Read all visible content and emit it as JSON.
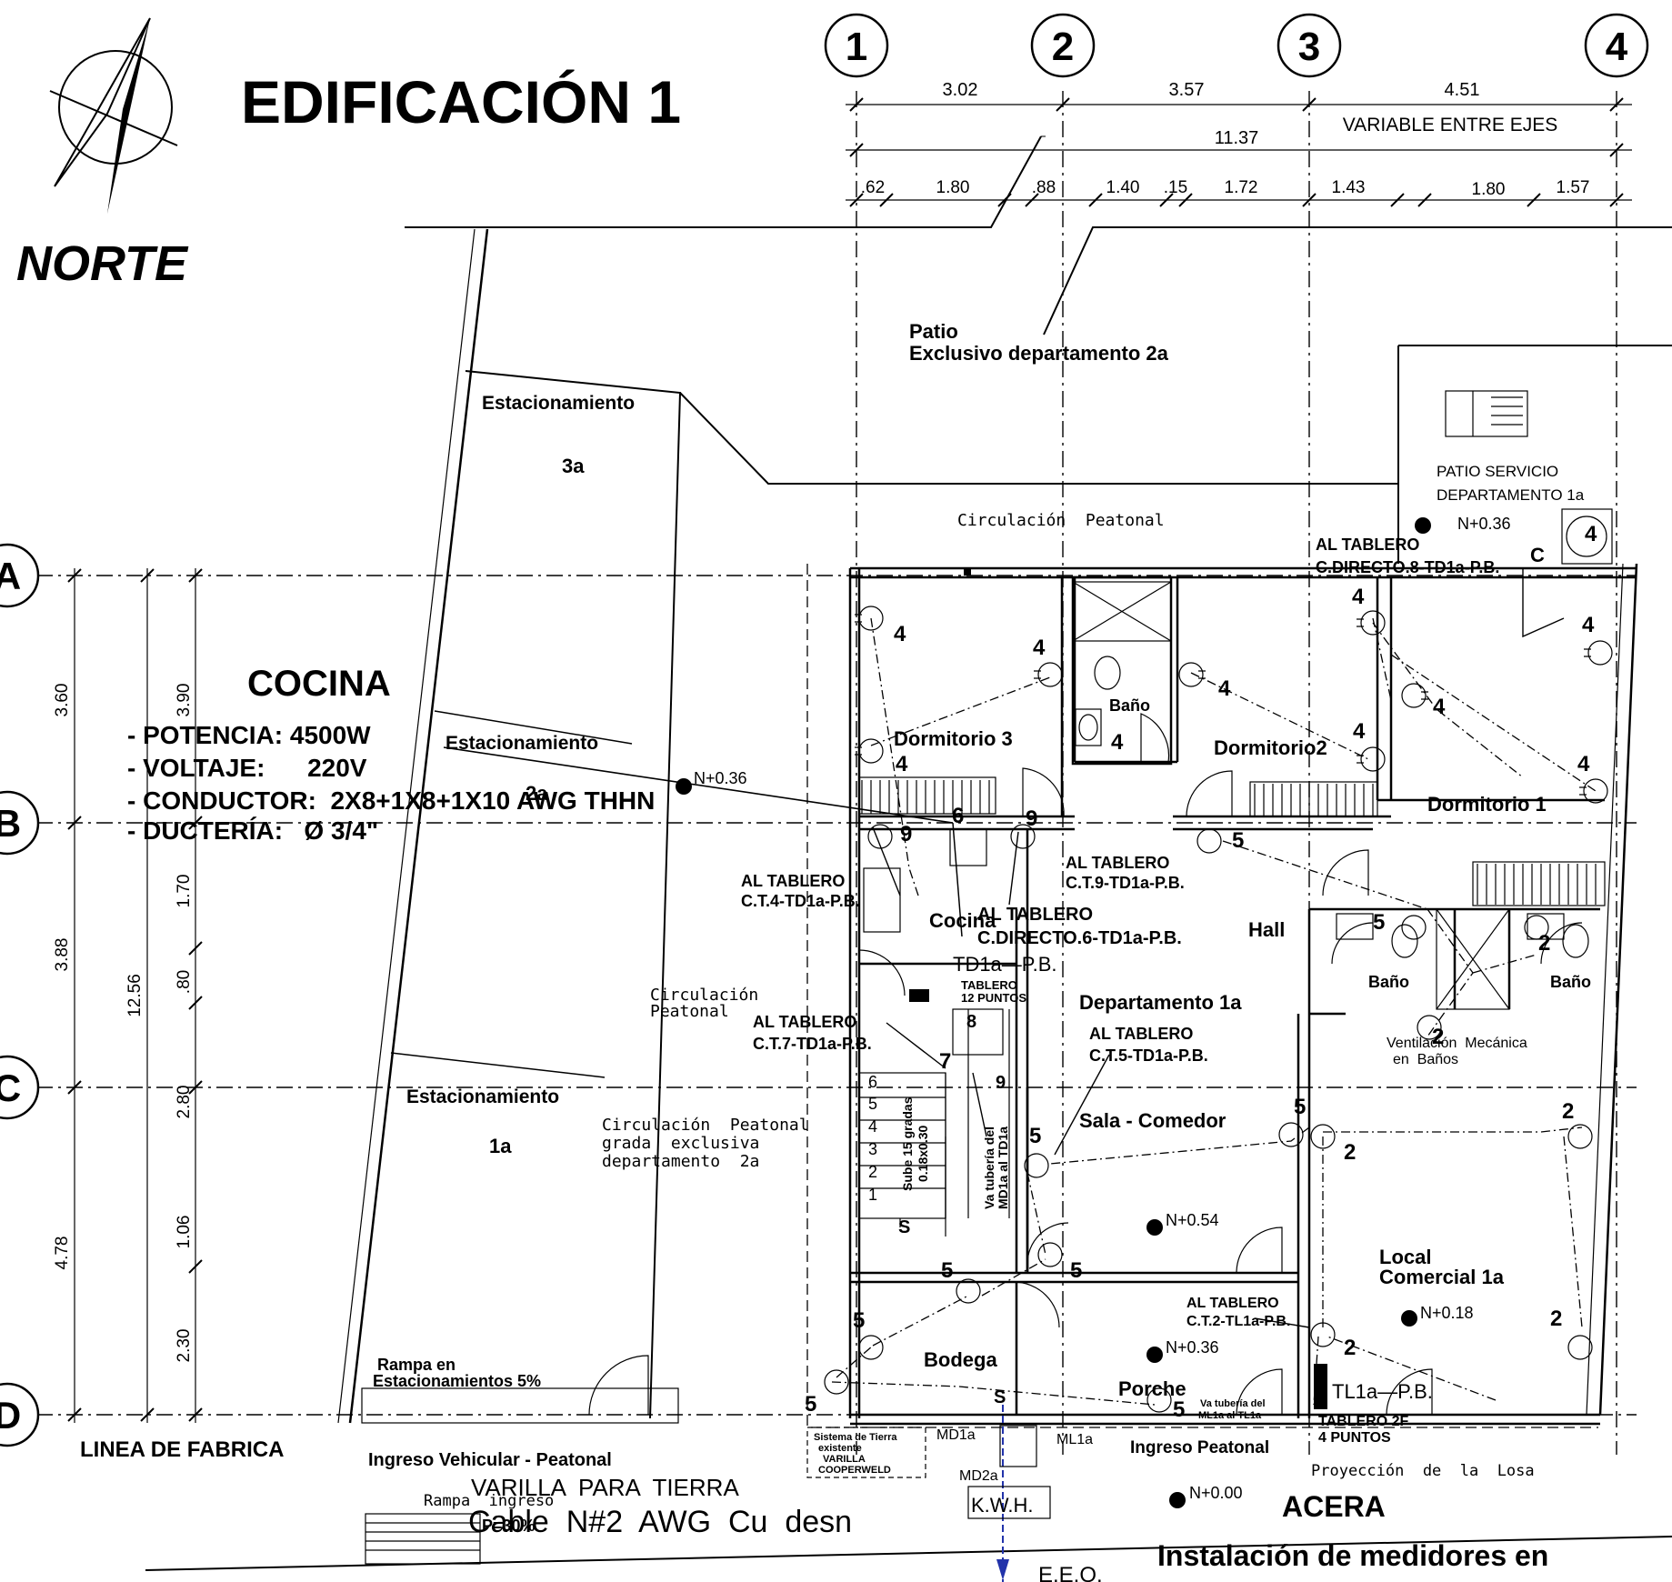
{
  "title": "EDIFICACIÓN 1",
  "north_label": "NORTE",
  "grid": {
    "columns": [
      "1",
      "2",
      "3",
      "4"
    ],
    "rows": [
      "A",
      "B",
      "C",
      "D"
    ]
  },
  "dimensions_top": {
    "spans": [
      "3.02",
      "3.57",
      "4.51"
    ],
    "total": "11.37",
    "variable_note": "VARIABLE ENTRE EJES",
    "details": [
      ".62",
      "1.80",
      ".88",
      "1.40",
      ".15",
      "1.72",
      "1.43",
      "1.80",
      "1.57"
    ]
  },
  "dimensions_left": {
    "outer": [
      "3.60",
      "3.88",
      "4.78"
    ],
    "total": "12.56",
    "inner": [
      "3.90",
      "1.70",
      ".80",
      "2.80",
      "1.06",
      "2.30"
    ]
  },
  "kitchen_spec": {
    "title": "COCINA",
    "lines": [
      "- POTENCIA:  4500W",
      "- VOLTAJE:      220V",
      "- CONDUCTOR:  2X8+1X8+1X10 AWG THHN",
      "- DUCTERÍA:   Ø 3/4\""
    ]
  },
  "labels": {
    "patio": "Patio",
    "patio_2a": "Exclusivo departamento 2a",
    "est3": "Estacionamiento",
    "est3_id": "3a",
    "est2": "Estacionamiento",
    "est2_id": "2a",
    "est1": "Estacionamiento",
    "est1_id": "1a",
    "patio_serv_1": "PATIO SERVICIO",
    "patio_serv_2": "DEPARTAMENTO 1a",
    "circ_peatonal": "Circulación  Peatonal",
    "circ_peatonal2_1": "Circulación",
    "circ_peatonal2_2": "Peatonal",
    "circ_grada_1": "Circulación  Peatonal",
    "circ_grada_2": "grada  exclusiva",
    "circ_grada_3": "departamento  2a",
    "dorm3": "Dormitorio 3",
    "dorm2": "Dormitorio2",
    "dorm1": "Dormitorio 1",
    "bano": "Baño",
    "cocina": "Cocina",
    "hall": "Hall",
    "depto": "Departamento 1a",
    "sala": "Sala - Comedor",
    "local_1": "Local",
    "local_2": "Comercial 1a",
    "bodega": "Bodega",
    "porche": "Porche",
    "rampa_1": "Rampa en",
    "rampa_2": "Estacionamientos 5%",
    "linea_fabrica": "LINEA DE FABRICA",
    "ingreso_veh": "Ingreso Vehicular - Peatonal",
    "ingreso_peat": "Ingreso Peatonal",
    "proyeccion": "Proyección  de  la  Losa",
    "acera": "ACERA",
    "varilla": "VARILLA  PARA  TIERRA",
    "cable": "Cable  N#2  AWG  Cu  desn",
    "rampa_ingreso": "Rampa  ingreso",
    "rampa_pct": "P=30%",
    "kwh": "K.W.H.",
    "eeq": "E.E.Q.",
    "medidores": "Instalación de medidores en",
    "td1a": "TD1a—P.B.",
    "tablero12_1": "TABLERO",
    "tablero12_2": "12 PUNTOS",
    "tl1a": "TL1a—P.B.",
    "tablero4_1": "TABLERO 2F",
    "tablero4_2": "4 PUNTOS",
    "vent_1": "Ventilación  Mecánica",
    "vent_2": "en  Baños",
    "sube_1": "Sube 15 gradas",
    "sube_2": "0.18x0.30",
    "va_tuberia": "Va tubería del",
    "va_tuberia2": "MD1a al TD1a",
    "va_tuberia3": "Va tubería del",
    "va_tuberia4": "ML1a al TL1a",
    "tierra_1": "Sistema de Tierra",
    "tierra_2": "existente",
    "tierra_3": "VARILLA",
    "tierra_4": "COOPERWELD",
    "md1a": "MD1a",
    "md2a": "MD2a",
    "ml1a": "ML1a",
    "s": "S"
  },
  "tablero_notes": {
    "ct8_1": "AL TABLERO",
    "ct8_2": "C.DIRECTO.8-TD1a-P.B.",
    "ct4_1": "AL TABLERO",
    "ct4_2": "C.T.4-TD1a-P.B.",
    "ct9_1": "AL TABLERO",
    "ct9_2": "C.T.9-TD1a-P.B.",
    "cd6_1": "AL TABLERO",
    "cd6_2": "C.DIRECTO.6-TD1a-P.B.",
    "ct7_1": "AL TABLERO",
    "ct7_2": "C.T.7-TD1a-P.B.",
    "ct5_1": "AL TABLERO",
    "ct5_2": "C.T.5-TD1a-P.B.",
    "ct2_1": "AL TABLERO",
    "ct2_2": "C.T.2-TL1a-P.B."
  },
  "levels": {
    "n036a": "N+0.36",
    "n036b": "N+0.36",
    "n054": "N+0.54",
    "n036c": "N+0.36",
    "n018": "N+0.18",
    "n000": "N+0.00"
  },
  "circuit_numbers": {
    "c4a": "4",
    "c4b": "4",
    "c4c": "4",
    "c4d": "4",
    "c4e": "4",
    "c4f": "4",
    "c4g": "4",
    "c4h": "4",
    "c4i": "4",
    "c4j": "4",
    "c4k": "4",
    "c9a": "9",
    "c6": "6",
    "c9b": "9",
    "c5a": "5",
    "c5b": "5",
    "c5c": "5",
    "c5d": "5",
    "c5e": "5",
    "c5f": "5",
    "c5g": "5",
    "c5h": "5",
    "c5i": "5",
    "c2a": "2",
    "c2b": "2",
    "c2c": "2",
    "c2d": "2",
    "c2e": "2",
    "c2f": "2",
    "c2g": "2",
    "c2h": "2",
    "c7": "7",
    "c8": "8",
    "c9c": "9",
    "cC": "C"
  },
  "stairs": [
    "6",
    "5",
    "4",
    "3",
    "2",
    "1"
  ]
}
